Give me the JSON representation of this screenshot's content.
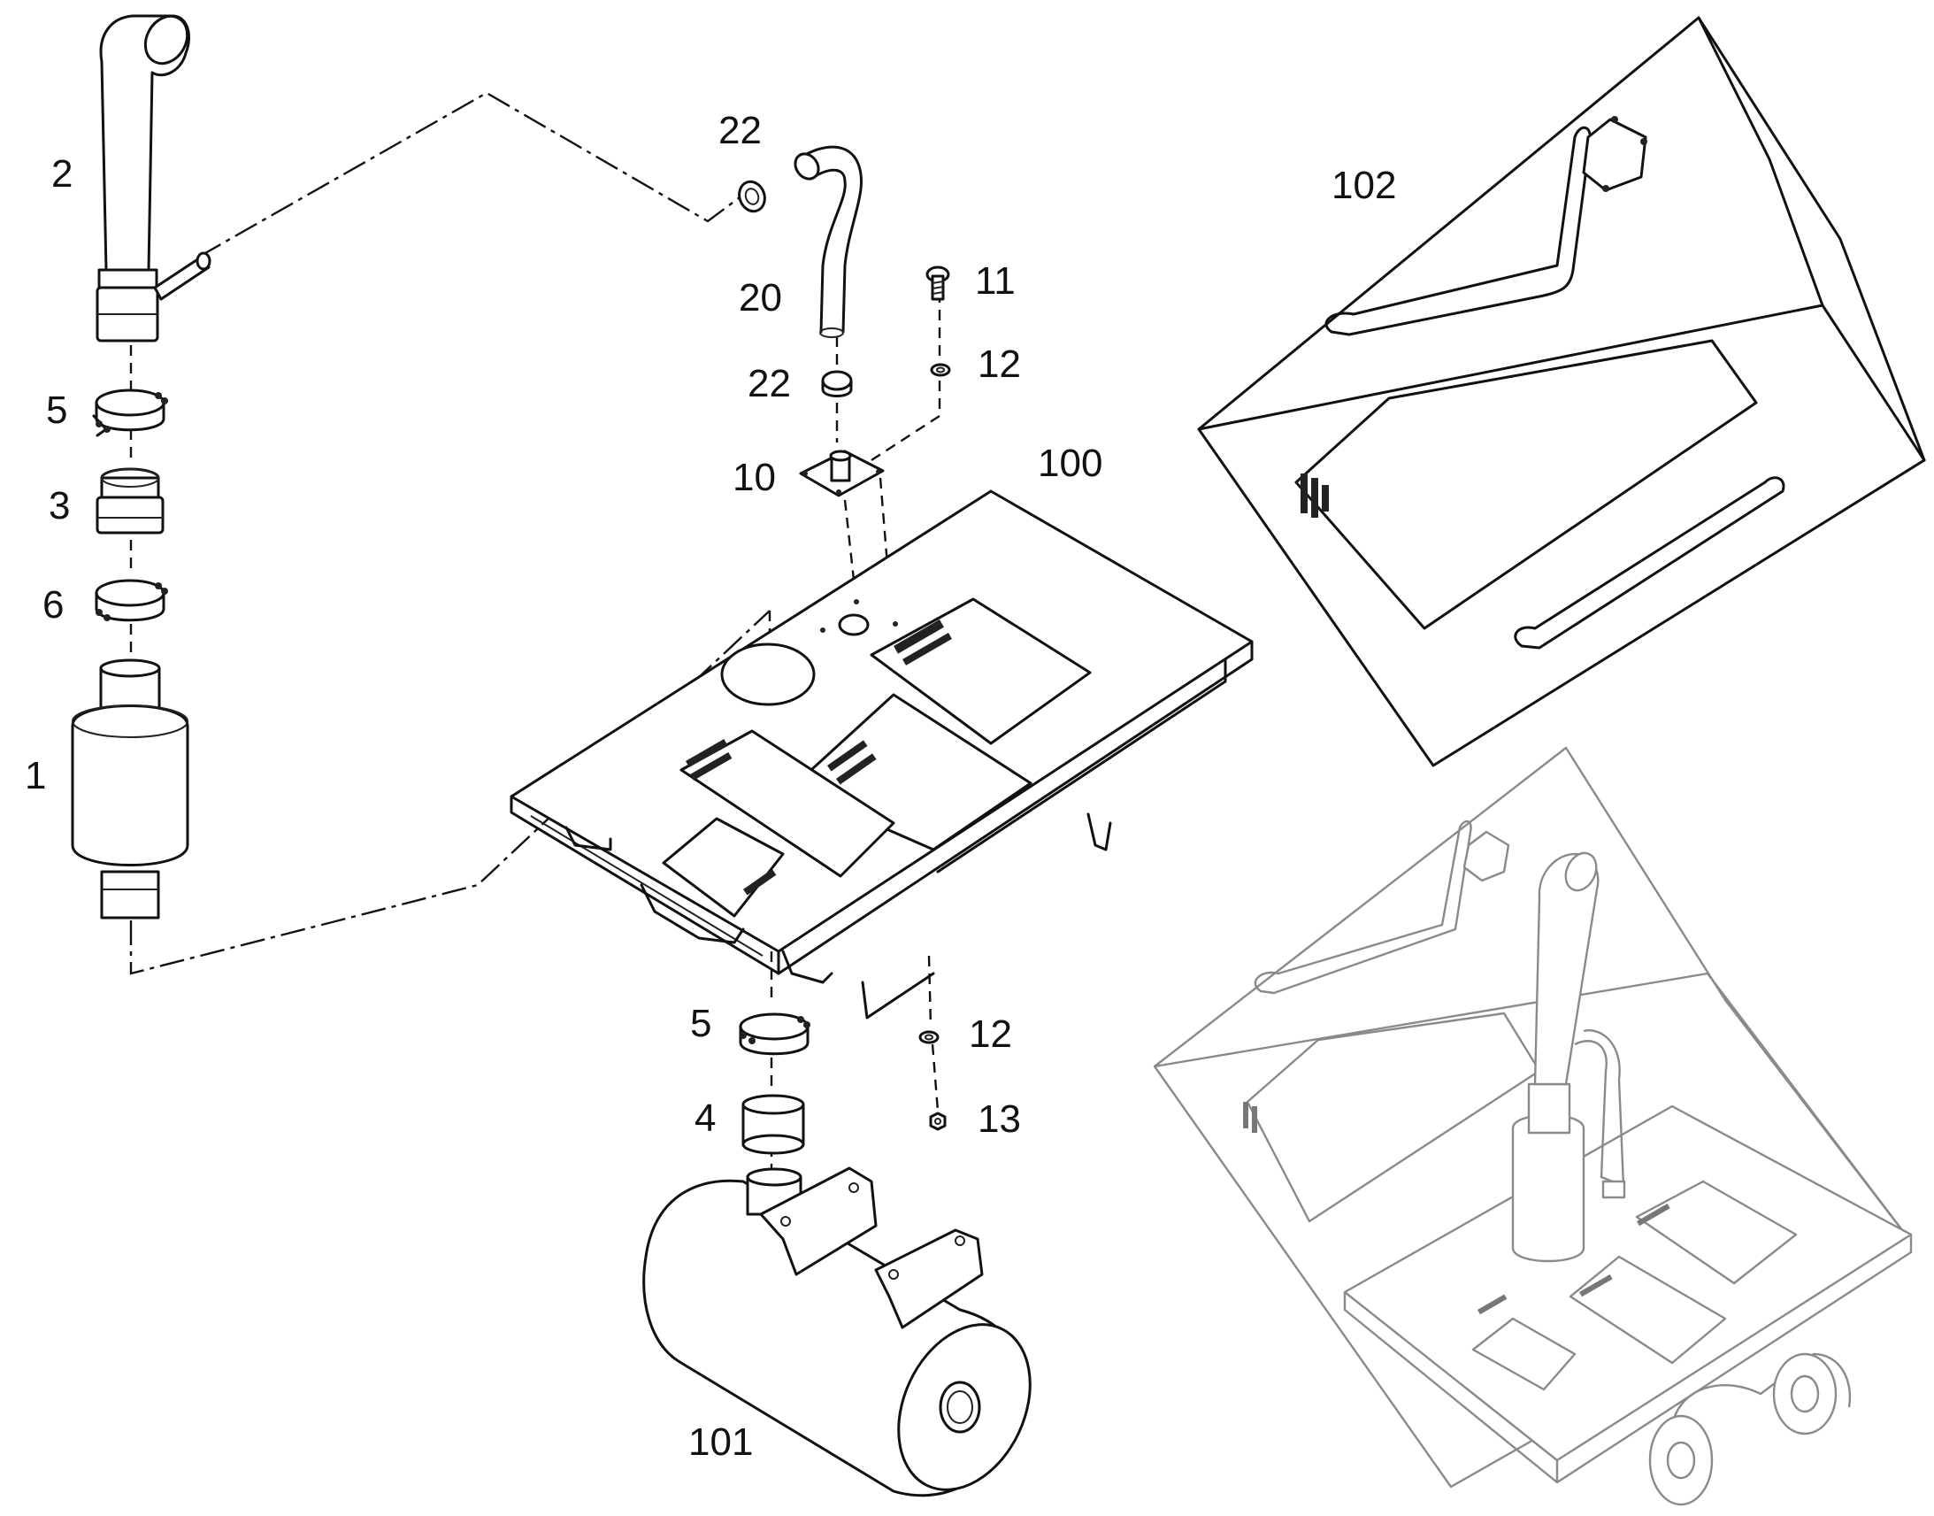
{
  "callouts": {
    "tail_pipe": "2",
    "clamp_upper": "5",
    "adapter": "3",
    "clamp_lower": "6",
    "silencer": "1",
    "clamp_under_plate": "5",
    "sleeve": "4",
    "muffler": "101",
    "hose_clamp_top": "22",
    "hose": "20",
    "hose_clamp_bottom": "22",
    "hose_fitting_plate": "10",
    "bolt": "11",
    "washer_top": "12",
    "washer_bottom": "12",
    "nut": "13",
    "cover_plate": "100",
    "hood_panel": "102"
  }
}
